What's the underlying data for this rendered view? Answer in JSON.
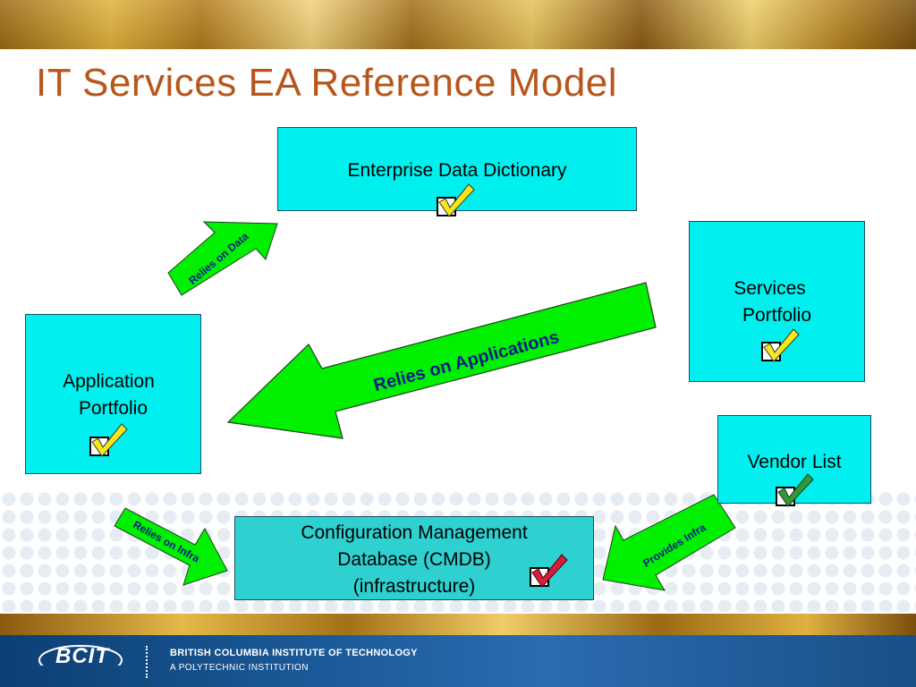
{
  "title": "IT Services EA Reference Model",
  "boxes": {
    "enterprise_data_dictionary": "Enterprise Data Dictionary",
    "services_portfolio": [
      "Services",
      "Portfolio"
    ],
    "application_portfolio": [
      "Application",
      "Portfolio"
    ],
    "vendor_list": "Vendor List",
    "cmdb": [
      "Configuration Management",
      "Database (CMDB)",
      "(infrastructure)"
    ]
  },
  "arrows": {
    "relies_on_data": "Relies on Data",
    "relies_on_applications": "Relies on Applications",
    "relies_on_infra": "Relies on Infra",
    "provides_infra": "Provides Infra"
  },
  "checkmark_colors": {
    "enterprise_data_dictionary": "#f4e81a",
    "services_portfolio": "#f4e81a",
    "application_portfolio": "#f4e81a",
    "vendor_list": "#2e9a3a",
    "cmdb": "#d81c3c"
  },
  "footer": {
    "logo": "BCIT",
    "institution_name": "BRITISH COLUMBIA INSTITUTE OF TECHNOLOGY",
    "institution_sub": "A POLYTECHNIC INSTITUTION"
  },
  "colors": {
    "title": "#b8561a",
    "box_fill": "#00f0f0",
    "cmdb_fill": "#2ed0d0",
    "arrow_fill": "#00f000",
    "arrow_text": "#0a1a8a"
  }
}
